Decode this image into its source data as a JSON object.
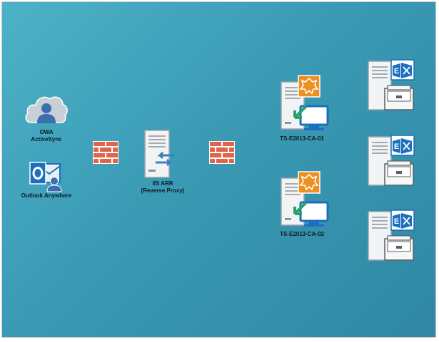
{
  "clients": {
    "owa_label_1": "OWA",
    "owa_label_2": "ActiveSync",
    "outlook_label": "Outlook Anywhere"
  },
  "proxy": {
    "label_1": "IIS ARR",
    "label_2": "(Reverse Proxy)"
  },
  "cas": [
    {
      "label": "TS-E2013-CA-01"
    },
    {
      "label": "TS-E2013-CA-02"
    }
  ],
  "colors": {
    "background": "#3a9ab4",
    "firewall_brick": "#e0644a",
    "exchange_orange": "#ee8f23",
    "exchange_blue": "#1c6fbf",
    "cloud_gray": "#c9cfd6",
    "user_blue": "#3a6fb0"
  },
  "icons": {
    "cloud": "cloud-user-icon",
    "outlook": "outlook-icon",
    "firewall": "firewall-icon",
    "proxy_server": "server-arrows-icon",
    "cas_server": "exchange-cas-server-icon",
    "mailbox_server": "exchange-mailbox-server-icon"
  }
}
